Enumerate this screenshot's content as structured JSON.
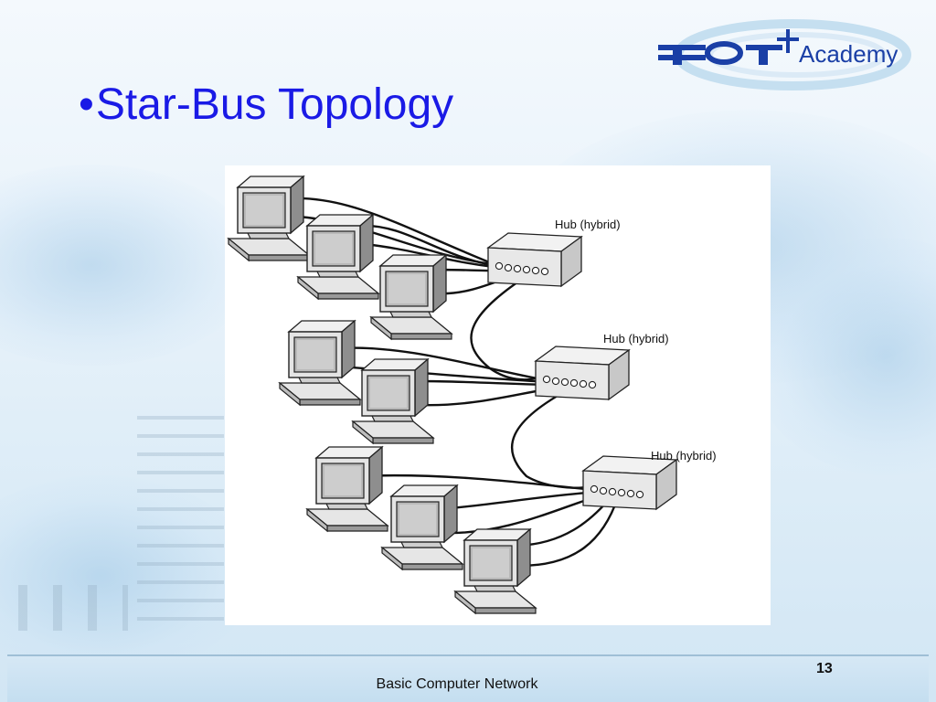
{
  "slide": {
    "title_bullet": "•",
    "title": "Star-Bus Topology",
    "logo_text": "Academy",
    "footer": "Basic Computer Network",
    "slide_number": "13"
  },
  "diagram": {
    "hubs": [
      {
        "label": "Hub (hybrid)"
      },
      {
        "label": "Hub (hybrid)"
      },
      {
        "label": "Hub (hybrid)"
      }
    ]
  },
  "colors": {
    "title": "#1a1ae6",
    "logo": "#1a3fa6"
  }
}
